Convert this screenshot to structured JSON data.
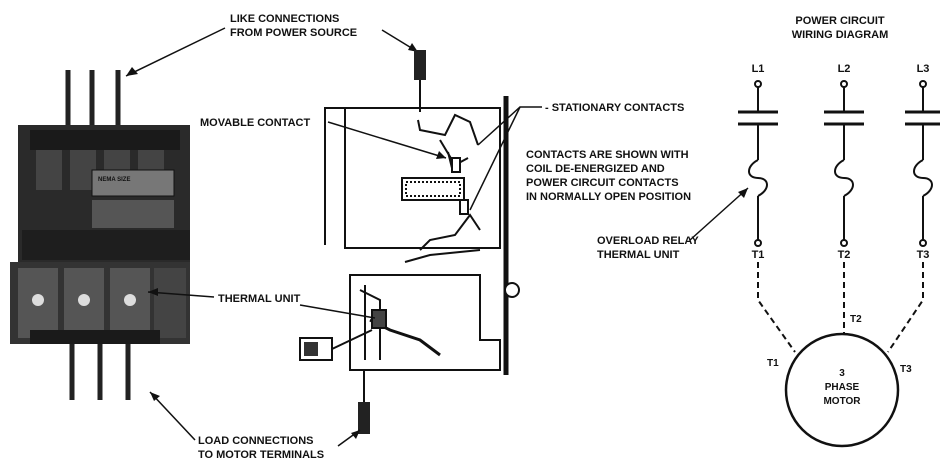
{
  "callouts": {
    "like_connections": [
      "LIKE CONNECTIONS",
      "FROM POWER SOURCE"
    ],
    "movable_contact": "MOVABLE CONTACT",
    "stationary_contacts": "- STATIONARY CONTACTS",
    "contacts_note": [
      "CONTACTS ARE SHOWN WITH",
      "COIL DE-ENERGIZED AND",
      "POWER CIRCUIT CONTACTS",
      "IN NORMALLY OPEN POSITION"
    ],
    "thermal_unit": "THERMAL UNIT",
    "load_connections": [
      "LOAD CONNECTIONS",
      "TO MOTOR TERMINALS"
    ]
  },
  "wiring_diagram": {
    "title": [
      "POWER CIRCUIT",
      "WIRING DIAGRAM"
    ],
    "lines": [
      "L1",
      "L2",
      "L3"
    ],
    "terminals": [
      "T1",
      "T2",
      "T3"
    ],
    "overload_label": [
      "OVERLOAD RELAY",
      "THERMAL UNIT"
    ],
    "motor": {
      "terminals": [
        "T1",
        "T2",
        "T3"
      ],
      "label": [
        "3",
        "PHASE",
        "MOTOR"
      ]
    }
  },
  "colors": {
    "ink": "#111111",
    "housing_dark": "#1c1c1c",
    "housing_mid": "#3a3a3a",
    "paper": "#ffffff"
  }
}
